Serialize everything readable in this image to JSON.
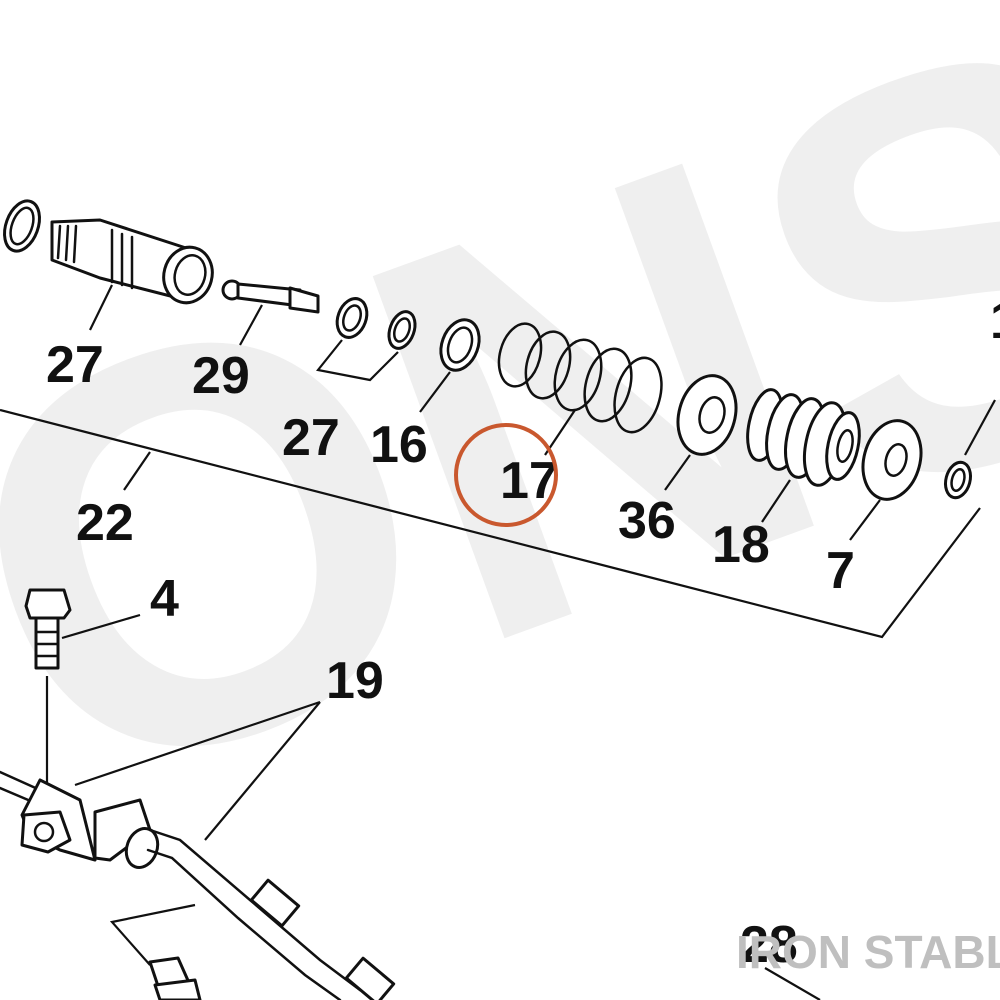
{
  "watermark": {
    "background_text": "ONSTA",
    "corner_text": "IRON STABLE",
    "color": "#bfbfbf"
  },
  "highlight": {
    "target_label": "17",
    "color": "#c9582e"
  },
  "callouts": {
    "c27a": "27",
    "c29": "29",
    "c27b": "27",
    "c16": "16",
    "c17": "17",
    "c22": "22",
    "c36": "36",
    "c18": "18",
    "c7": "7",
    "c4": "4",
    "c19": "19",
    "c28": "28",
    "c1_partial": "1"
  }
}
